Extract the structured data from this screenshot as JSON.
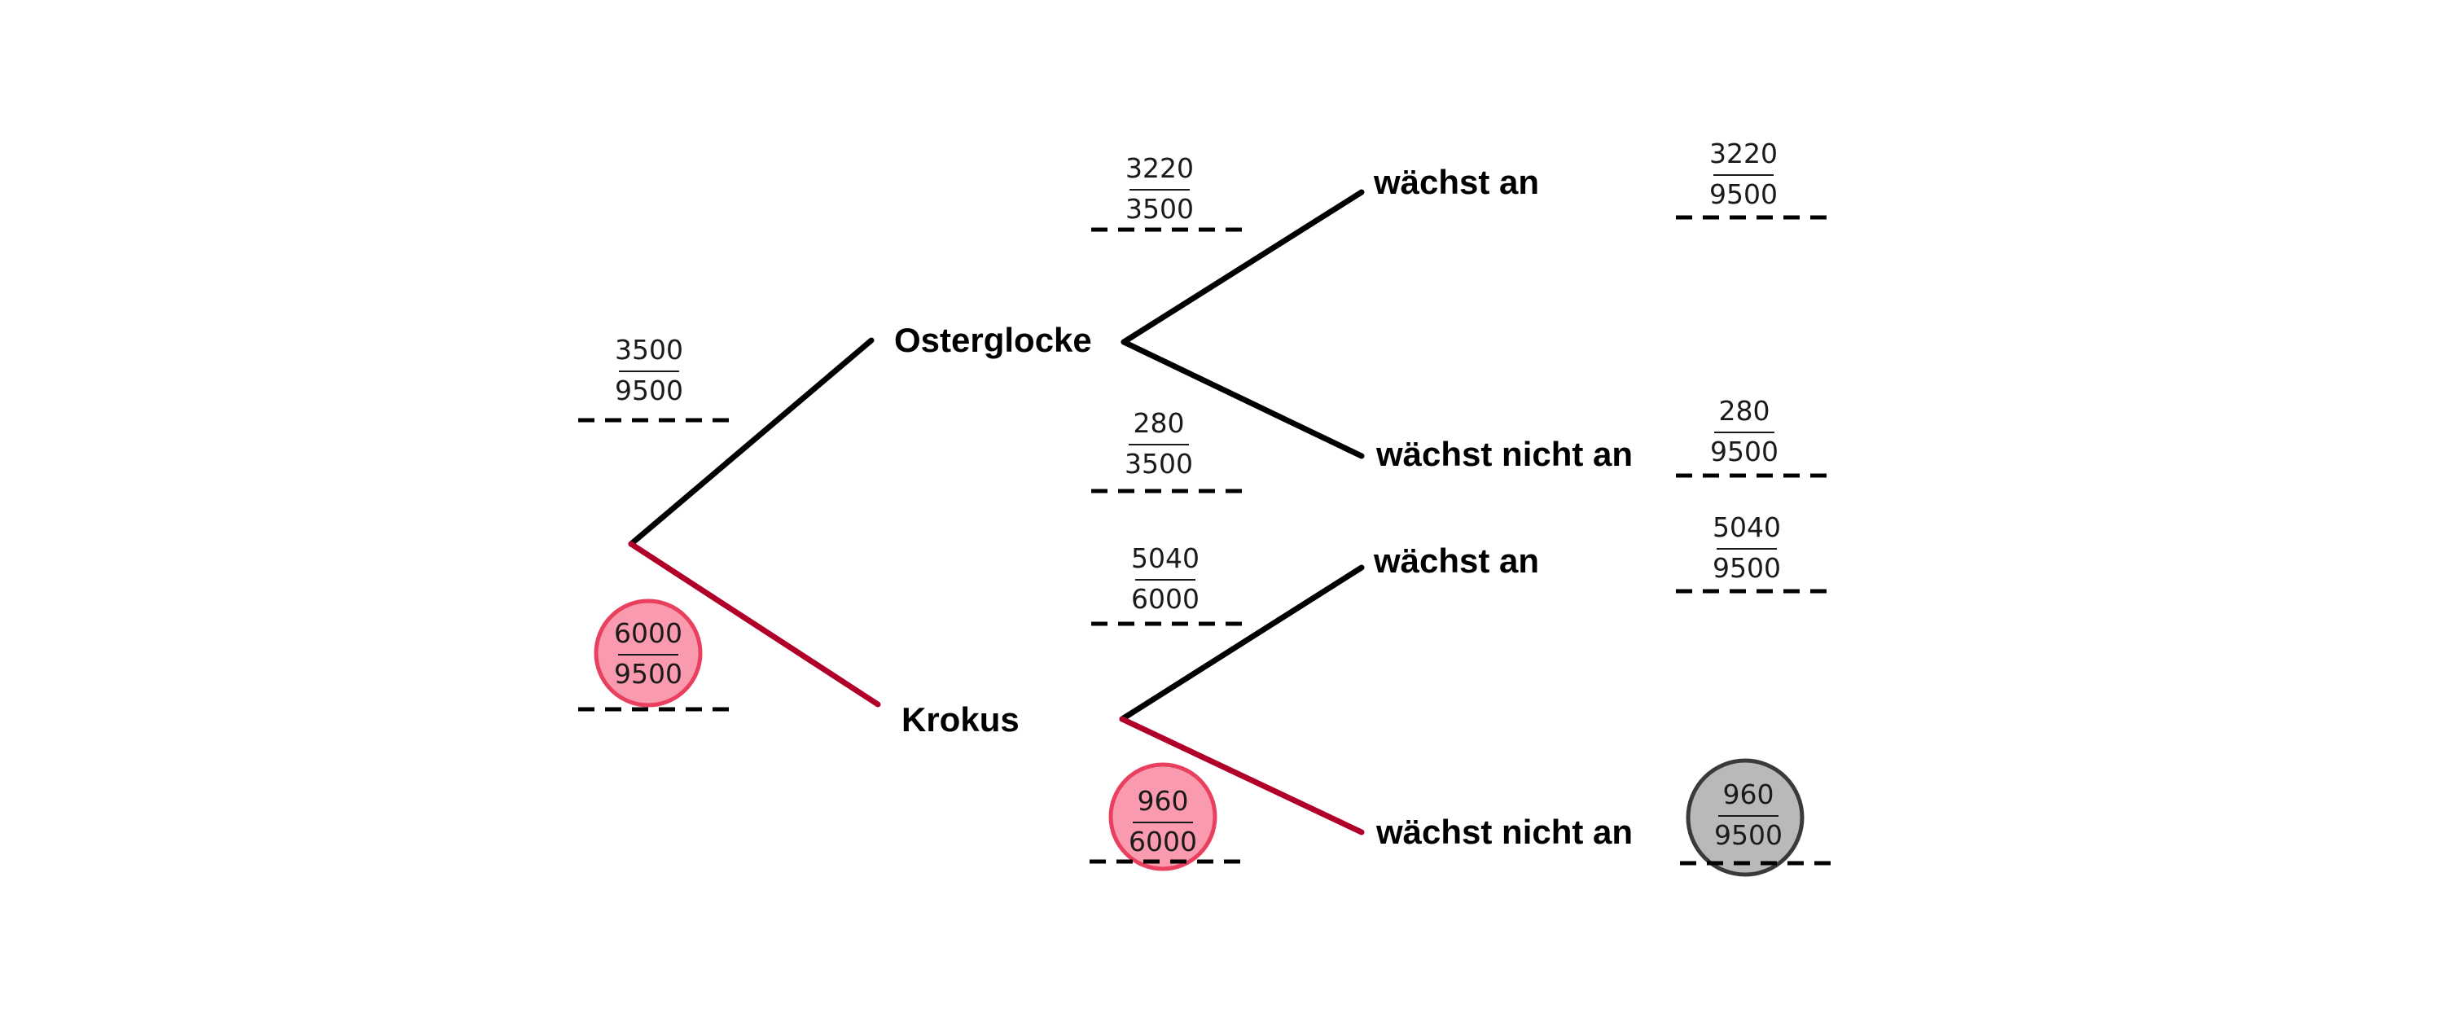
{
  "colors": {
    "branch": "#000000",
    "highlight_branch": "#b0002a",
    "highlight_fill": "#f99aae",
    "highlight_stroke": "#e8405e",
    "result_fill": "#b9b9b9",
    "result_stroke": "#3a3a3a"
  },
  "tree": {
    "level1": [
      {
        "label": "Osterglocke",
        "prob": {
          "num": "3500",
          "den": "9500"
        },
        "highlighted": false
      },
      {
        "label": "Krokus",
        "prob": {
          "num": "6000",
          "den": "9500"
        },
        "highlighted": true
      }
    ],
    "level2": [
      {
        "parent": 0,
        "label": "wächst an",
        "prob": {
          "num": "3220",
          "den": "3500"
        },
        "result": {
          "num": "3220",
          "den": "9500"
        },
        "highlighted": false,
        "result_marked": false
      },
      {
        "parent": 0,
        "label": "wächst nicht an",
        "prob": {
          "num": "280",
          "den": "3500"
        },
        "result": {
          "num": "280",
          "den": "9500"
        },
        "highlighted": false,
        "result_marked": false
      },
      {
        "parent": 1,
        "label": "wächst an",
        "prob": {
          "num": "5040",
          "den": "6000"
        },
        "result": {
          "num": "5040",
          "den": "9500"
        },
        "highlighted": false,
        "result_marked": false
      },
      {
        "parent": 1,
        "label": "wächst nicht an",
        "prob": {
          "num": "960",
          "den": "6000"
        },
        "result": {
          "num": "960",
          "den": "9500"
        },
        "highlighted": true,
        "result_marked": true
      }
    ]
  }
}
